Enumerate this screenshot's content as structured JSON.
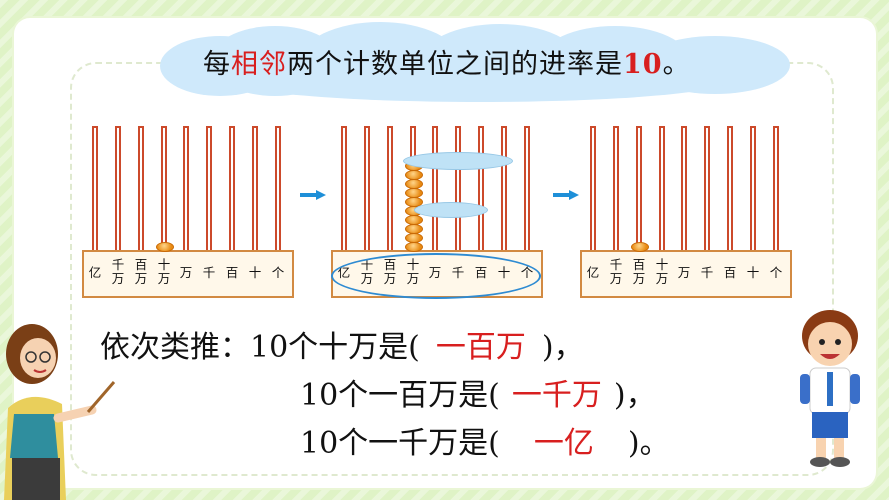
{
  "header": {
    "part1": "每",
    "part2": "相邻",
    "part3": "两个计数单位之间的进率是",
    "part4": "10",
    "part5": "。"
  },
  "abacus_units": [
    "亿",
    "千万",
    "百万",
    "十万",
    "万",
    "千",
    "百",
    "十",
    "个"
  ],
  "abacus_units_two_line": [
    {
      "top": "千",
      "bottom": "万"
    },
    {
      "top": "百",
      "bottom": "万"
    },
    {
      "top": "十",
      "bottom": "万"
    }
  ],
  "abacus_states": [
    {
      "bead_counts": [
        0,
        0,
        0,
        1,
        0,
        0,
        0,
        0,
        0
      ]
    },
    {
      "bead_counts": [
        0,
        0,
        0,
        10,
        0,
        0,
        0,
        0,
        0
      ]
    },
    {
      "bead_counts": [
        0,
        0,
        1,
        0,
        0,
        0,
        0,
        0,
        0
      ]
    }
  ],
  "inference": {
    "label": "依次类推：",
    "line1_prefix": "10个十万是(",
    "line1_answer": "一百万",
    "line1_suffix": ")，",
    "line2_prefix": "10个一百万是(",
    "line2_answer": "一千万",
    "line2_suffix": ")，",
    "line3_prefix": "10个一千万是(",
    "line3_answer": "一亿",
    "line3_suffix": ")。"
  },
  "colors": {
    "highlight": "#d81f1f",
    "arrow": "#1e8fd8",
    "bead": "#e88a12",
    "rod": "#cc4a2b",
    "cloud": "#cfe9fb",
    "ring": "#2e8bd2"
  }
}
